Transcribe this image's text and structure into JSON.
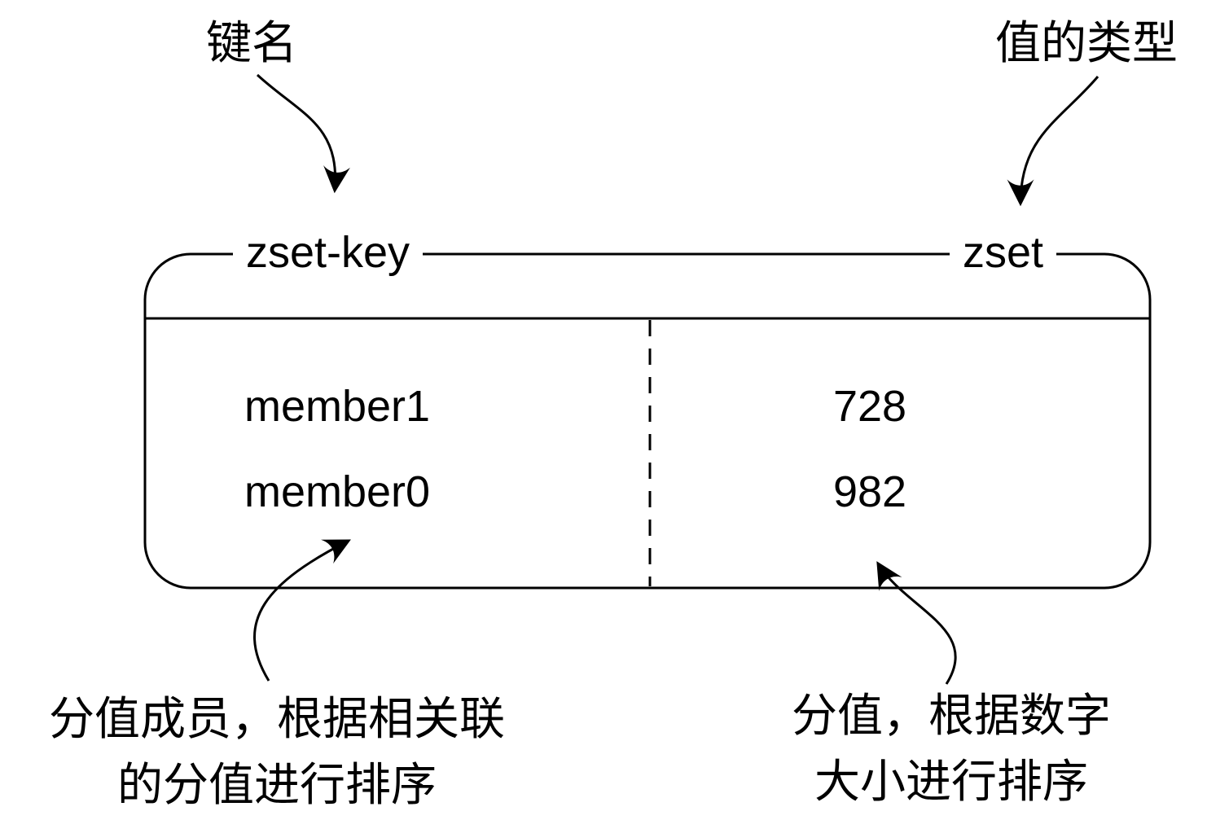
{
  "diagram": {
    "annotations": {
      "key_name": "键名",
      "value_type": "值的类型",
      "members_note_line1": "分值成员，根据相关联",
      "members_note_line2": "的分值进行排序",
      "scores_note_line1": "分值，根据数字",
      "scores_note_line2": "大小进行排序"
    },
    "zset": {
      "key": "zset-key",
      "type": "zset",
      "entries": [
        {
          "member": "member1",
          "score": "728"
        },
        {
          "member": "member0",
          "score": "982"
        }
      ]
    },
    "colors": {
      "line": "#000000",
      "background": "#ffffff"
    }
  }
}
